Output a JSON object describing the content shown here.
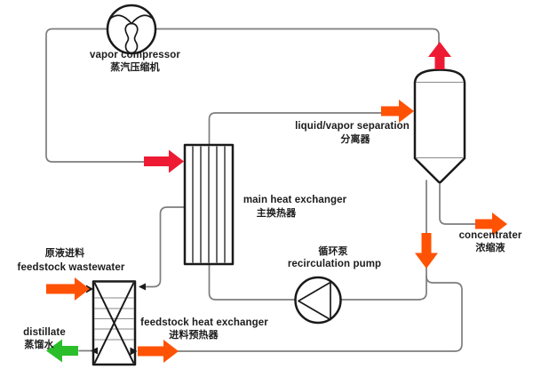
{
  "labels": {
    "vapor_compressor": {
      "en": "vapor compressor",
      "zh": "蒸汽压缩机"
    },
    "separation": {
      "en": "liquid/vapor separation",
      "zh": "分离器"
    },
    "main_hx": {
      "en": "main heat exchanger",
      "zh": "主换热器"
    },
    "pump": {
      "en": "recirculation pump",
      "zh": "循环泵"
    },
    "concentrate": {
      "en": "concentrater",
      "zh": "浓缩液"
    },
    "feed": {
      "en": "feedstock wastewater",
      "zh": "原液进料"
    },
    "distillate": {
      "en": "distillate",
      "zh": "蒸馏水"
    },
    "feed_hx": {
      "en": "feedstock heat exchanger",
      "zh": "进料预热器"
    }
  },
  "colors": {
    "hot_vapor": "#ee1a33",
    "feed_stream": "#ff5204",
    "distillate_stream": "#2abf2a",
    "pipe": "#7d7d7d",
    "equipment": "#1a1a1a",
    "seam": "#8a8a8a"
  }
}
